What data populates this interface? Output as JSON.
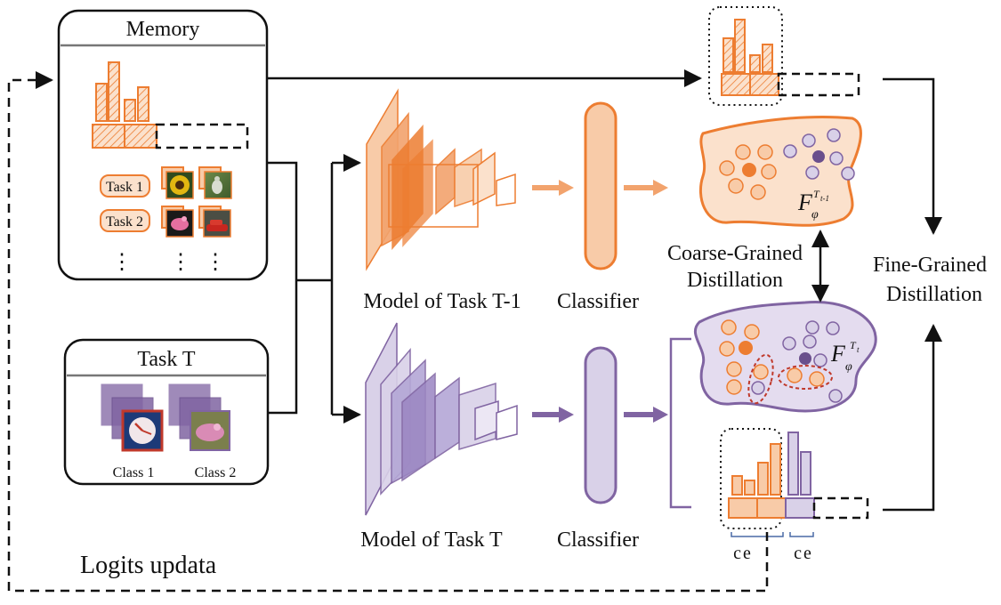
{
  "memory": {
    "title": "Memory",
    "task1": "Task 1",
    "task2": "Task 2",
    "dots": "⋮"
  },
  "task_t": {
    "title": "Task T",
    "class1": "Class 1",
    "class2": "Class 2"
  },
  "old_model": {
    "label": "Model of Task T-1",
    "classifier": "Classifier"
  },
  "new_model": {
    "label": "Model of Task T",
    "classifier": "Classifier"
  },
  "coarse": {
    "line1": "Coarse-Grained",
    "line2": "Distillation"
  },
  "fine": {
    "line1": "Fine-Grained",
    "line2": "Distillation"
  },
  "feature_old": {
    "symbol": "F",
    "sub": "φ",
    "sup": "T",
    "supsub": "t-1"
  },
  "feature_new": {
    "symbol": "F",
    "sub": "φ",
    "sup": "T",
    "supsub": "t"
  },
  "ce_left": "ce",
  "ce_right": "ce",
  "logits_update": "Logits updata",
  "colors": {
    "orange": "#ed7d31",
    "orange_light": "#f8cba8",
    "purple": "#8064a2",
    "purple_light": "#d9d1e8",
    "purple_mid": "#b4a7d6"
  }
}
